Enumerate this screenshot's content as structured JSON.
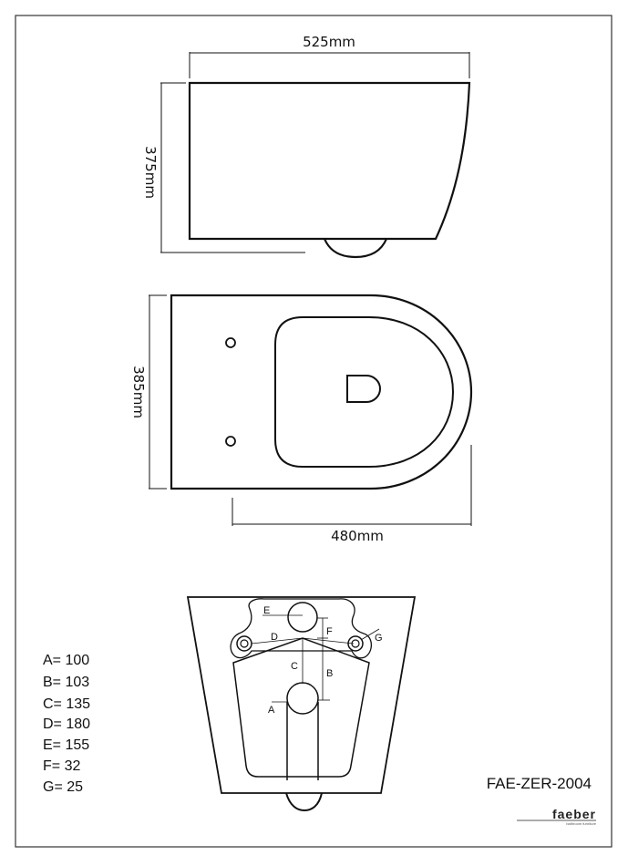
{
  "views": {
    "side": {
      "width_label": "525mm",
      "height_label": "375mm"
    },
    "top": {
      "height_label": "385mm",
      "width_label": "480mm"
    },
    "rear": {
      "markers": [
        "E",
        "D",
        "F",
        "G",
        "C",
        "B",
        "A"
      ]
    }
  },
  "legend": [
    {
      "text": "A= 100"
    },
    {
      "text": "B= 103"
    },
    {
      "text": "C= 135"
    },
    {
      "text": "D= 180"
    },
    {
      "text": "E= 155"
    },
    {
      "text": "F= 32"
    },
    {
      "text": "G= 25"
    }
  ],
  "model_code": "FAE-ZER-2004",
  "brand": {
    "name": "faeber",
    "tagline": "bathroom furniture"
  },
  "colors": {
    "line": "#111111",
    "frame": "#333333",
    "background": "#ffffff"
  }
}
